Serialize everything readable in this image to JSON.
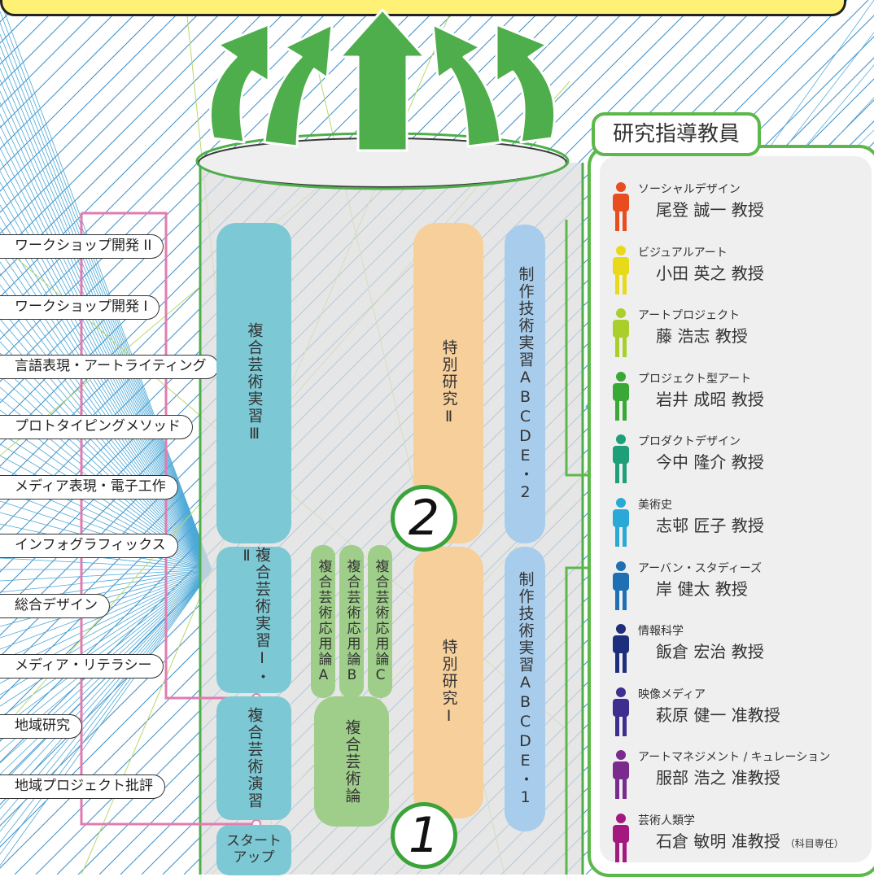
{
  "subjects": [
    "ワークショップ開発 II",
    "ワークショップ開発 I",
    "言語表現・アートライティング",
    "プロトタイピングメソッド",
    "メディア表現・電子工作",
    "インフォグラフィックス",
    "総合デザイン",
    "メディア・リテラシー",
    "地域研究",
    "地域プロジェクト批評"
  ],
  "columns": {
    "fukugo3": "複合芸術実習Ⅲ",
    "fukugo12": "複合芸術実習Ⅰ・Ⅱ",
    "fukugo_enshu": "複合芸術演習",
    "startup": "スタートアップ",
    "ouyou_a": "複合芸術応用論A",
    "ouyou_b": "複合芸術応用論B",
    "ouyou_c": "複合芸術応用論C",
    "fukugo_ron": "複合芸術論",
    "tokubetsu2": "特別研究Ⅱ",
    "tokubetsu1": "特別研究Ⅰ",
    "seisaku2": "制作技術実習ABCDE・2",
    "seisaku1": "制作技術実習ABCDE・1"
  },
  "milestones": {
    "one": "1",
    "two": "2"
  },
  "faculty": {
    "title": "研究指導教員",
    "members": [
      {
        "field": "ソーシャルデザイン",
        "name": "尾登 誠一 教授",
        "color": "#e94d1f",
        "note": ""
      },
      {
        "field": "ビジュアルアート",
        "name": "小田 英之 教授",
        "color": "#e8d91a",
        "note": ""
      },
      {
        "field": "アートプロジェクト",
        "name": "藤 浩志 教授",
        "color": "#a9cf2a",
        "note": ""
      },
      {
        "field": "プロジェクト型アート",
        "name": "岩井 成昭 教授",
        "color": "#3aa836",
        "note": ""
      },
      {
        "field": "プロダクトデザイン",
        "name": "今中 隆介 教授",
        "color": "#1f9e7a",
        "note": ""
      },
      {
        "field": "美術史",
        "name": "志邨 匠子 教授",
        "color": "#2ba9d6",
        "note": ""
      },
      {
        "field": "アーバン・スタディーズ",
        "name": "岸 健太 教授",
        "color": "#1f6fb4",
        "note": ""
      },
      {
        "field": "情報科学",
        "name": "飯倉 宏治 教授",
        "color": "#1c2e7c",
        "note": ""
      },
      {
        "field": "映像メディア",
        "name": "萩原 健一 准教授",
        "color": "#3d2e8f",
        "note": ""
      },
      {
        "field": "アートマネジメント / キュレーション",
        "name": "服部 浩之 准教授",
        "color": "#7a2b8e",
        "note": ""
      },
      {
        "field": "芸術人類学",
        "name": "石倉 敏明 准教授",
        "color": "#a3197e",
        "note": "（科目専任）"
      }
    ]
  },
  "colors": {
    "green": "#5cb84a",
    "pink": "#e27bb0",
    "arrow_green": "#4fae4c"
  }
}
